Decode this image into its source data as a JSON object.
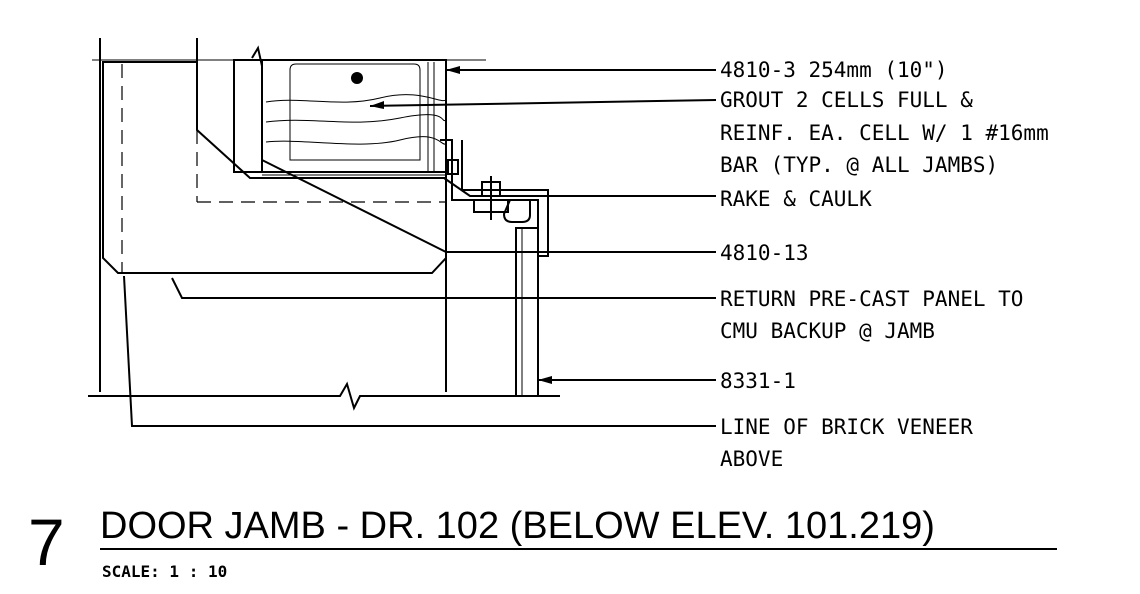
{
  "labels": {
    "cmu_block": "4810-3 254mm (10\")",
    "grout_line1": "GROUT 2 CELLS FULL &",
    "grout_line2": "REINF. EA. CELL W/ 1 #16mm",
    "grout_line3": "BAR (TYP. @ ALL JAMBS)",
    "rake_caulk": "RAKE & CAULK",
    "precast_ref": "4810-13",
    "return_line1": "RETURN PRE-CAST PANEL TO",
    "return_line2": "CMU BACKUP @ JAMB",
    "frame_ref": "8331-1",
    "brick_line1": "LINE OF BRICK VENEER",
    "brick_line2": "ABOVE"
  },
  "title": {
    "number": "7",
    "text": "DOOR JAMB - DR. 102 (BELOW ELEV. 101.219)",
    "scale": "SCALE: 1 : 10"
  }
}
